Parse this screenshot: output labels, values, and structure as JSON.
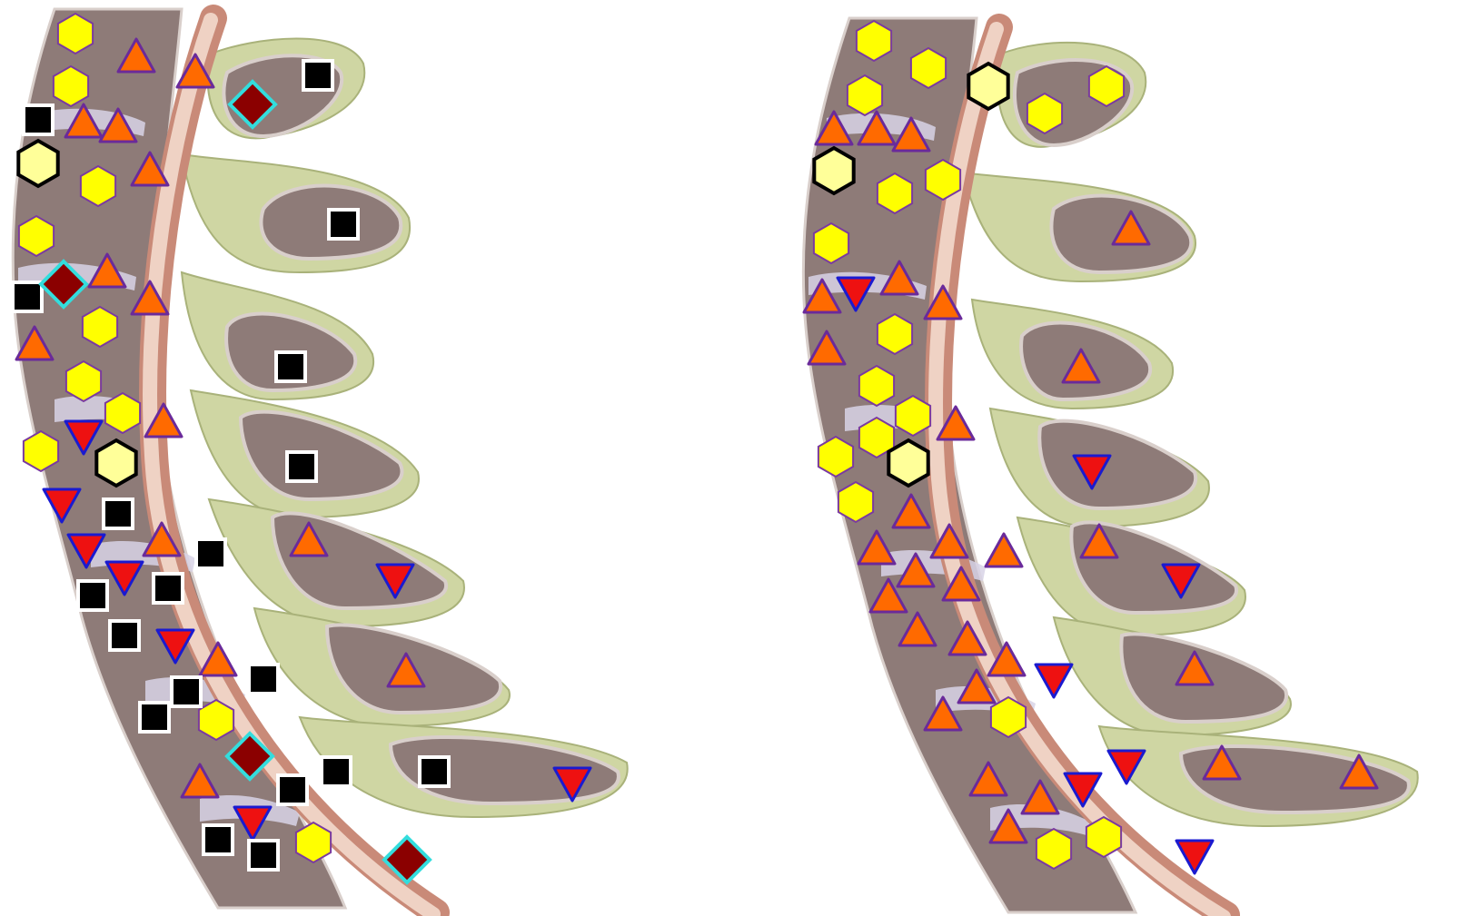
{
  "figure": {
    "panels": [
      {
        "id": "left",
        "description_text": ""
      },
      {
        "id": "right",
        "description_text": ""
      }
    ]
  },
  "colors": {
    "background": "#ffffff",
    "bone_fill": "#8e7b78",
    "bone_outline": "#d9cfcb",
    "process_green": "#cfd6a3",
    "process_green_dark": "#a9b27a",
    "canal_outer": "#c98a78",
    "canal_inner": "#efd2c4",
    "disc": "#d8d3e6",
    "hexagon_fill": "#ffff00",
    "hexagon_stroke": "#7a3aa0",
    "hexagon_large_fill": "#ffff99",
    "hexagon_large_stroke": "#000000",
    "triangle_up_fill": "#ff6a00",
    "triangle_up_stroke": "#6a2a9a",
    "triangle_down_fill": "#ee1111",
    "triangle_down_stroke": "#1a1ad0",
    "square_fill": "#000000",
    "square_stroke": "#ffffff",
    "diamond_fill": "#8b0000",
    "diamond_stroke": "#33dddd"
  },
  "marker_legend_names": {
    "hexagon": "yellow-hexagon-marker",
    "hexagon_large": "pale-hexagon-marker",
    "triangle_up": "orange-up-triangle-marker",
    "triangle_down": "red-down-triangle-marker",
    "square": "black-square-marker",
    "diamond": "dark-red-diamond-marker"
  }
}
